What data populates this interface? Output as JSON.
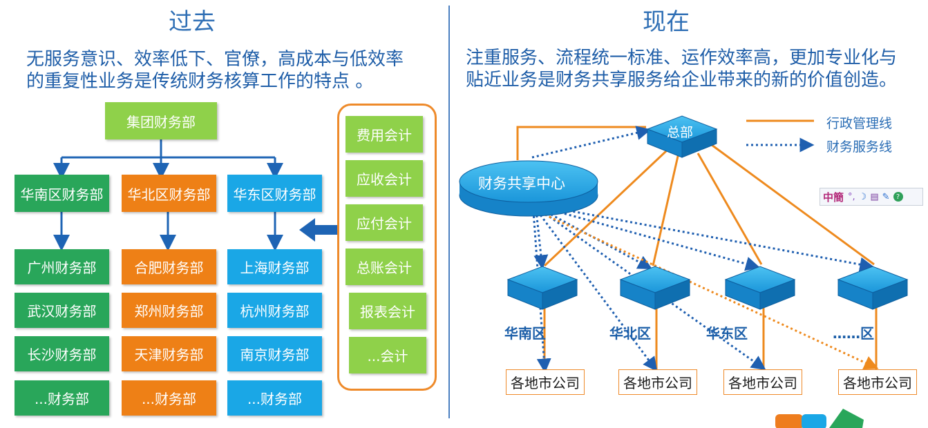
{
  "left": {
    "title": "过去",
    "desc_line1": "无服务意识、效率低下、官僚，高成本与低效率",
    "desc_line2": "的重复性业务是传统财务核算工作的特点 。",
    "root": "集团财务部",
    "regions": [
      "华南区财务部",
      "华北区财务部",
      "华东区财务部"
    ],
    "south": [
      "广州财务部",
      "武汉财务部",
      "长沙财务部",
      "...财务部"
    ],
    "north": [
      "合肥财务部",
      "郑州财务部",
      "天津财务部",
      "...财务部"
    ],
    "east": [
      "上海财务部",
      "杭州财务部",
      "南京财务部",
      "...财务部"
    ],
    "functions": [
      "费用会计",
      "应收会计",
      "应付会计",
      "总账会计",
      "报表会计",
      "...会计"
    ]
  },
  "right": {
    "title": "现在",
    "desc_line1": "注重服务、流程统一标准、运作效率高，更加专业化与",
    "desc_line2": "贴近业务是财务共享服务给企业带来的新的价值创造。",
    "hq": "总部",
    "center": "财务共享中心",
    "legend_admin": "行政管理线",
    "legend_finance": "财务服务线",
    "regions": [
      "华南区",
      "华北区",
      "华东区",
      "……区"
    ],
    "city": "各地市公司",
    "ime_text": "中簡"
  },
  "colors": {
    "green": "#29a65a",
    "orange": "#ee8016",
    "blue": "#1aa7e6",
    "light_green": "#8fd14a",
    "arrow_blue": "#1e64b4",
    "admin_line": "#ee8a1e",
    "finance_line": "#1f5fb0"
  }
}
